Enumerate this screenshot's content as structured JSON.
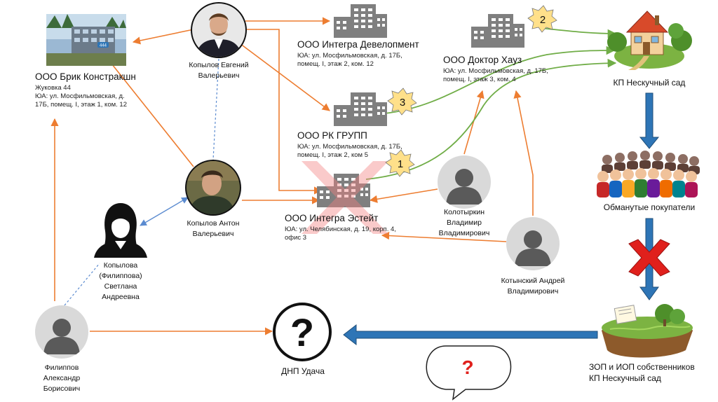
{
  "companies": {
    "brik": {
      "title": "ООО Брик Констракшн",
      "line1": "Жуковка 44",
      "line2": "ЮА: ул. Мосфильмовская, д.",
      "line3": "17Б, помещ. I, этаж 1, ком. 12",
      "photo_sign": "444"
    },
    "integra_dev": {
      "title": "ООО Интегра Девелопмент",
      "line1": "ЮА: ул. Мосфильмовская, д. 17Б,",
      "line2": "помещ. I, этаж 2, ком. 12"
    },
    "rk_group": {
      "title": "ООО РК ГРУПП",
      "line1": "ЮА: ул. Мосфильмовская, д. 17Б,",
      "line2": "помещ. I, этаж 2, ком  5"
    },
    "doctor_house": {
      "title": "ООО Доктор Хауз",
      "line1": "ЮА: ул. Мосфильмовская, д. 17Б,",
      "line2": "помещ. I, этаж 3, ком. 4"
    },
    "integra_estate": {
      "title": "ООО Интегра Эстейт",
      "line1": "ЮА: ул. Челябинская, д. 19, корп. 4,",
      "line2": "офис 3"
    }
  },
  "people": {
    "kopylov_e": {
      "line1": "Копылов Евгений",
      "line2": "Валерьевич"
    },
    "kopylov_a": {
      "line1": "Копылов Антон",
      "line2": "Валерьевич"
    },
    "kopylova": {
      "line1": "Копылова",
      "line2": "(Филиппова)",
      "line3": "Светлана",
      "line4": "Андреевна"
    },
    "filippov": {
      "line1": "Филиппов",
      "line2": "Александр",
      "line3": "Борисович"
    },
    "kolotyrkin": {
      "line1": "Колотыркин",
      "line2": "Владимир",
      "line3": "Владимирович"
    },
    "kotynsky": {
      "line1": "Котынский Андрей",
      "line2": "Владимирович"
    }
  },
  "right_column": {
    "kp_label": "КП Нескучный сад",
    "buyers_label": "Обманутые покупатели",
    "zop_line1": "ЗОП и ИОП собственников",
    "zop_line2": "КП Нескучный сад"
  },
  "dnp": {
    "label": "ДНП Удача",
    "symbol": "?"
  },
  "speech_bubble": {
    "symbol": "?"
  },
  "badges": {
    "b1": "1",
    "b2": "2",
    "b3": "3"
  },
  "colors": {
    "orange": "#ED7D31",
    "green": "#70AD47",
    "blue": "#2E75B6",
    "dashed_blue": "#5B8BD0",
    "badge": "#FFE08A",
    "red": "#E0201C",
    "building": "#7F7F7F"
  }
}
